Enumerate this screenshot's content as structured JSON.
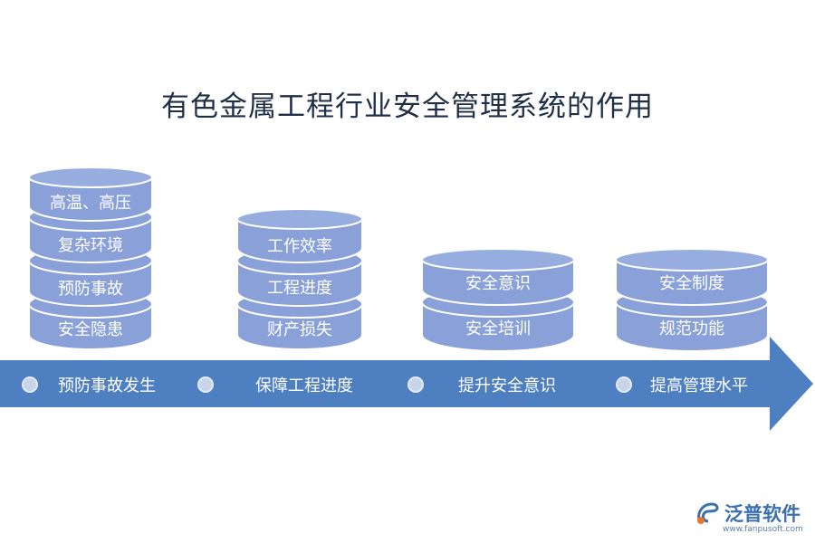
{
  "title": "有色金属工程行业安全管理系统的作用",
  "columns": [
    {
      "stage": "预防事故发生",
      "disks": [
        "高温、高压",
        "复杂环境",
        "预防事故",
        "安全隐患"
      ]
    },
    {
      "stage": "保障工程进度",
      "disks": [
        "工作效率",
        "工程进度",
        "财产损失"
      ]
    },
    {
      "stage": "提升安全意识",
      "disks": [
        "安全意识",
        "安全培训"
      ]
    },
    {
      "stage": "提高管理水平",
      "disks": [
        "安全制度",
        "规范功能"
      ]
    }
  ],
  "brand": {
    "name": "泛普软件",
    "url": "www.fanpusoft.com"
  },
  "colors": {
    "disk": "#8aa0d8",
    "disk_top": "#98addf",
    "disk_edge": "#ffffff",
    "arrow": "#4e7fc0",
    "title": "#1f2f47"
  }
}
